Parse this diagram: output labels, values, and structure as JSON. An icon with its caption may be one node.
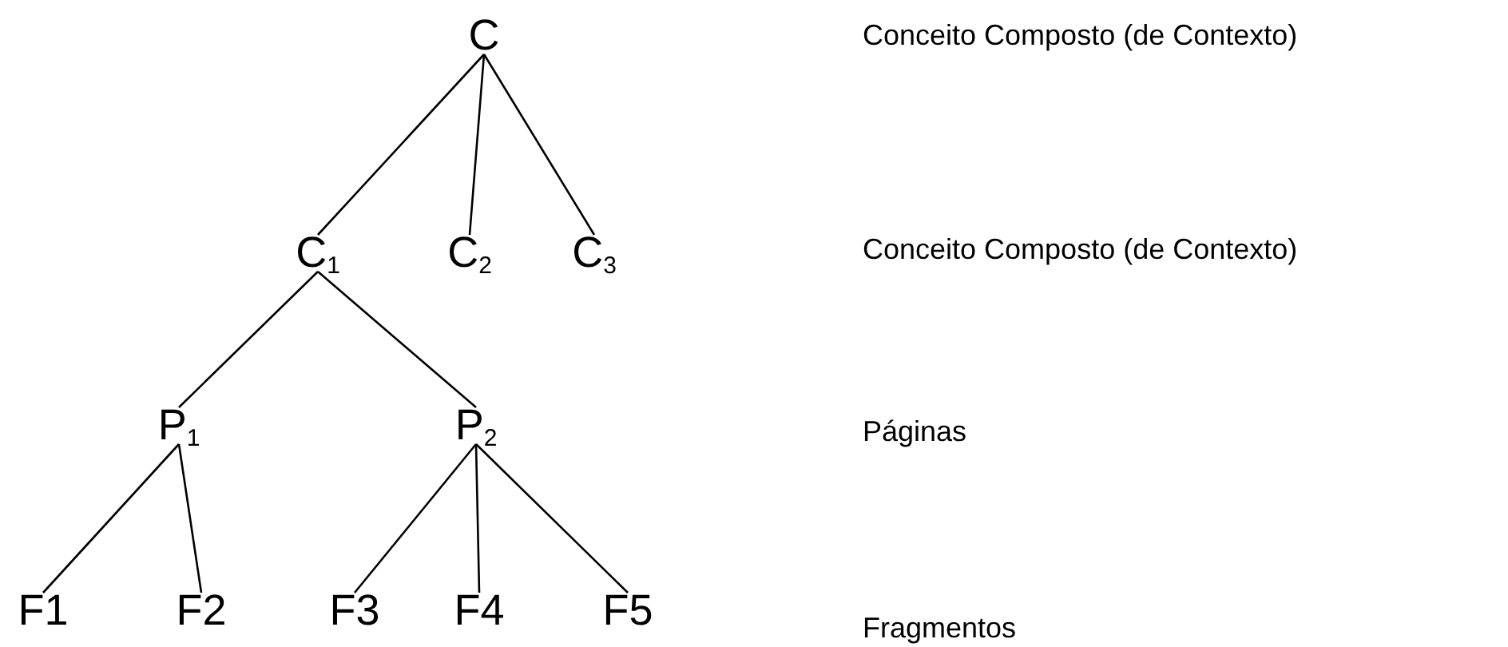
{
  "diagram": {
    "nodes": [
      {
        "text": [
          "C"
        ]
      },
      {
        "text": [
          "C$_{1}$"
        ]
      },
      {
        "text": [
          "C$_{2}$"
        ]
      },
      {
        "text": [
          "C$_{3}$"
        ]
      },
      {
        "text": [
          "P$_{1}$"
        ]
      },
      {
        "text": [
          "P$_{2}$"
        ]
      },
      {
        "text": [
          "F1"
        ]
      },
      {
        "text": [
          "F2"
        ]
      },
      {
        "text": [
          "F3"
        ]
      },
      {
        "text": [
          "F4"
        ]
      },
      {
        "text": [
          "F5"
        ]
      }
    ],
    "edges": [
      {
        "from": 0,
        "to": 1,
        "arrow": "none"
      },
      {
        "from": 0,
        "to": 2,
        "arrow": "none"
      },
      {
        "from": 0,
        "to": 3,
        "arrow": "none"
      },
      {
        "from": 1,
        "to": 4,
        "arrow": "none"
      },
      {
        "from": 1,
        "to": 5,
        "arrow": "none"
      },
      {
        "from": 4,
        "to": 6,
        "arrow": "none"
      },
      {
        "from": 4,
        "to": 7,
        "arrow": "none"
      },
      {
        "from": 5,
        "to": 8,
        "arrow": "none"
      },
      {
        "from": 5,
        "to": 9,
        "arrow": "none"
      },
      {
        "from": 5,
        "to": 10,
        "arrow": "none"
      }
    ],
    "labels": [
      "Conceito Composto (de Contexto)",
      "Conceito Composto (de Contexto)",
      "Páginas",
      "Fragmentos"
    ]
  }
}
